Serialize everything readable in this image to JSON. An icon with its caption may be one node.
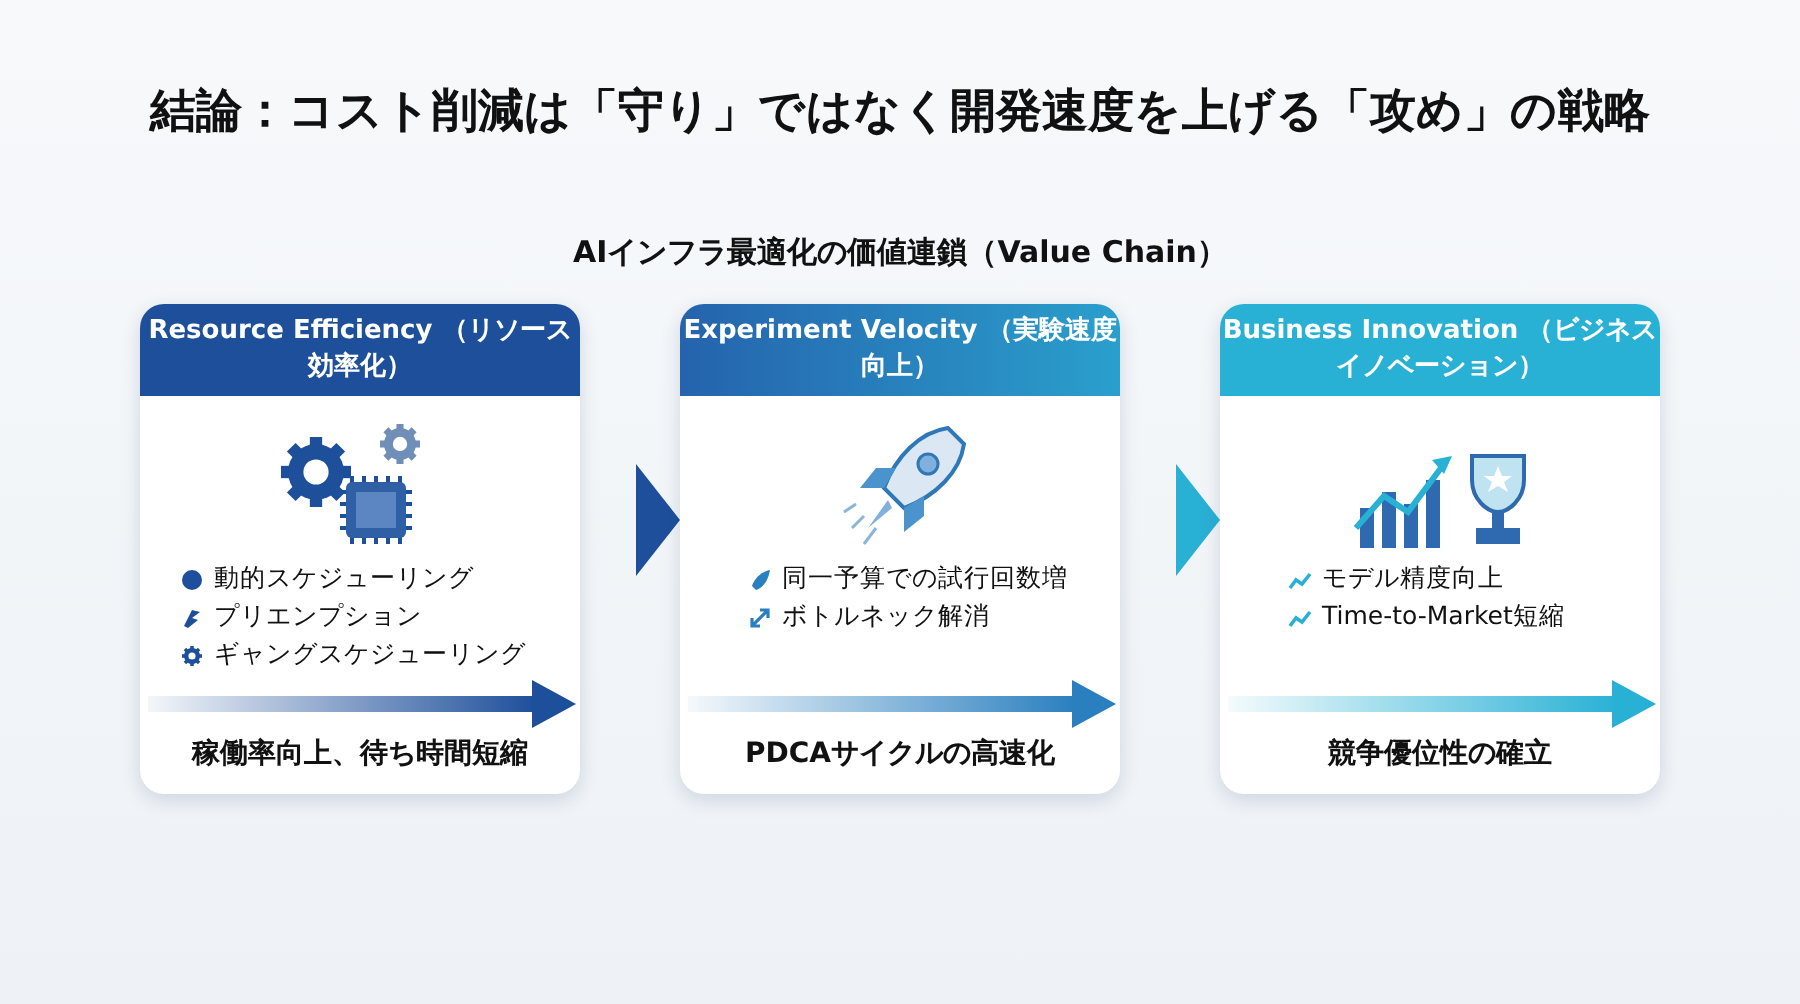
{
  "diagram": {
    "title": "結論：コスト削減は「守り」ではなく開発速度を上げる「攻め」の戦略",
    "nodes": [
      {
        "text": [
          "Resource Efficiency （リソース効率化）",
          "動的スケジューリング",
          "プリエンプション",
          "ギャングスケジューリング",
          "稼働率向上、待ち時間短縮"
        ]
      },
      {
        "text": [
          "Experiment Velocity （実験速度向上）",
          "同一予算での試行回数増",
          "ボトルネック解消",
          "PDCAサイクルの高速化"
        ]
      },
      {
        "text": [
          "Business Innovation （ビジネスイノベーション）",
          "モデル精度向上",
          "Time-to-Market短縮",
          "競争優位性の確立"
        ]
      }
    ],
    "edges": [
      {
        "from": 0,
        "to": 1,
        "arrow": "to"
      },
      {
        "from": 1,
        "to": 2,
        "arrow": "to"
      }
    ],
    "labels": [
      "AIインフラ最適化の価値連鎖（Value Chain）"
    ]
  }
}
